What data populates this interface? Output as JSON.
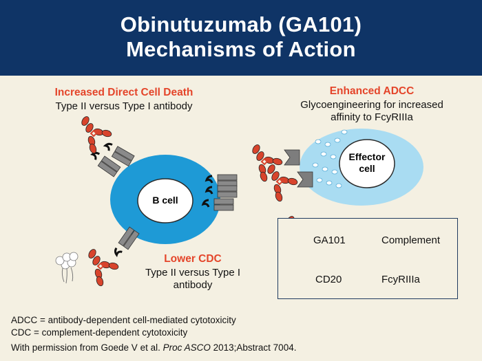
{
  "title": {
    "line1": "Obinutuzumab (GA101)",
    "line2": "Mechanisms of Action"
  },
  "mechanisms": {
    "direct_death": {
      "heading": "Increased Direct Cell Death",
      "detail": "Type II versus Type I antibody"
    },
    "adcc": {
      "heading": "Enhanced ADCC",
      "detail_line1": "Glycoengineering for increased",
      "detail_line2": "affinity to FcyRIIIa"
    },
    "cdc": {
      "heading": "Lower CDC",
      "detail_line1": "Type II versus Type I",
      "detail_line2": "antibody"
    }
  },
  "cells": {
    "b_cell": "B cell",
    "effector_line1": "Effector",
    "effector_line2": "cell"
  },
  "legend": {
    "ga101": "GA101",
    "complement": "Complement",
    "cd20": "CD20",
    "fcyr": "FcyRIIIa"
  },
  "footnotes": {
    "adcc": "ADCC = antibody-dependent cell-mediated cytotoxicity",
    "cdc": "CDC = complement-dependent cytotoxicity"
  },
  "citation": {
    "prefix": "With permission from Goede V et al. ",
    "journal": "Proc ASCO",
    "suffix": " 2013;Abstract 7004."
  },
  "colors": {
    "header_bg": "#0f3466",
    "heading_red": "#e4452a",
    "b_cell_blue": "#1e9ad6",
    "effector_light_blue": "#a9dcf2",
    "antibody_red": "#d8442c",
    "receptor_gray": "#8a8a8a"
  }
}
